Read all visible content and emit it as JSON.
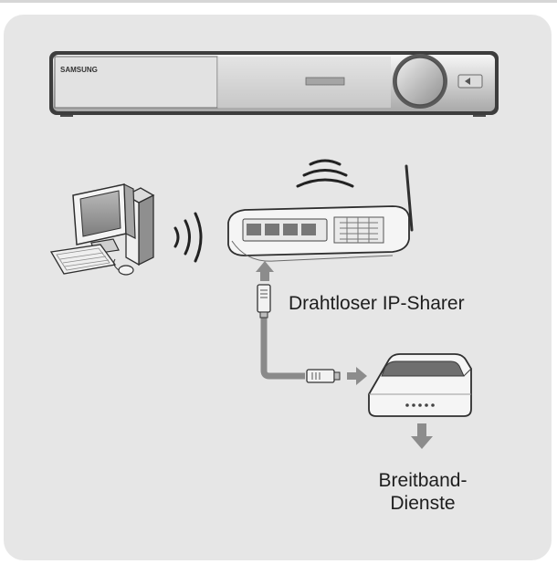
{
  "diagram": {
    "router_label": "Drahtloser IP-Sharer",
    "modem_label_line1": "Breitband-",
    "modem_label_line2": "Dienste",
    "player_brand": "SAMSUNG"
  },
  "colors": {
    "panel_background": "#e6e6e6",
    "arrow": "#8c8c8c",
    "cable": "#8a8a8a",
    "device_body": "#f4f4f4",
    "outline": "#3a3a3a",
    "screen": "#9a9a9a"
  },
  "icons": [
    "blu-ray-player-icon",
    "desktop-computer-icon",
    "wireless-router-icon",
    "broadband-modem-icon",
    "ethernet-plug-icon",
    "wifi-waves-icon",
    "arrow-icon"
  ]
}
